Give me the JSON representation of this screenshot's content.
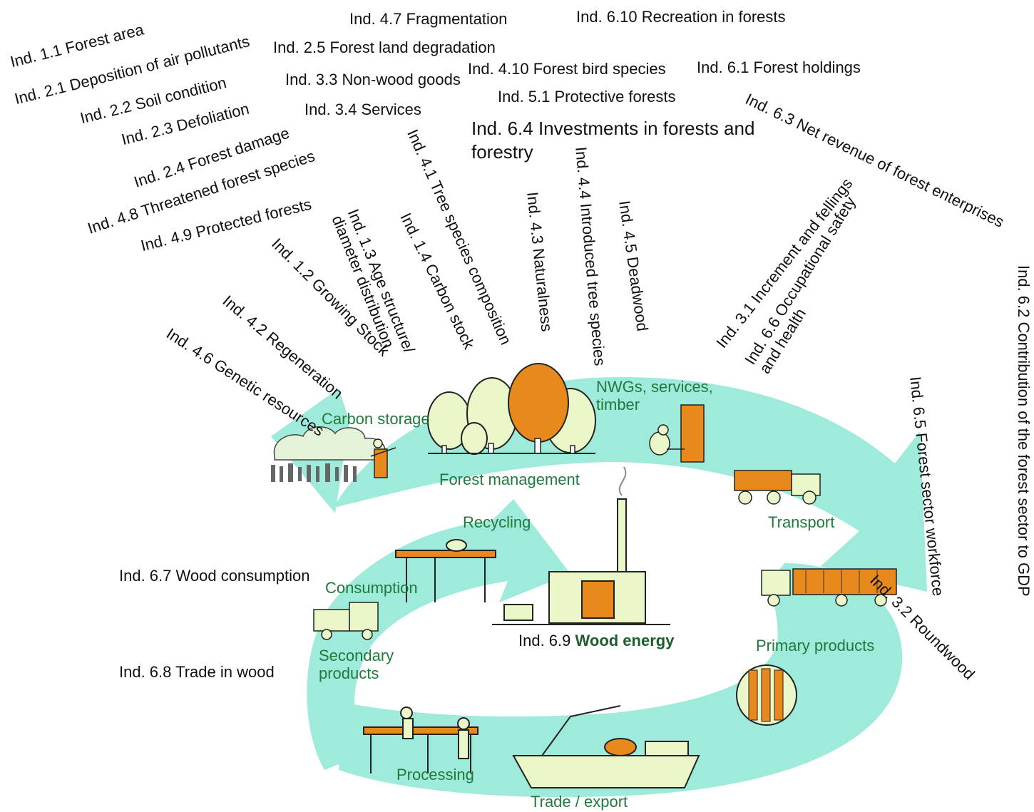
{
  "colors": {
    "cycle_fill": "#9eeadb",
    "outline": "#222222",
    "tree_fill": "#eaf7c8",
    "orange": "#e8891e",
    "stage_text": "#1f7a3c"
  },
  "indicators": {
    "i1_1": "Ind. 1.1 Forest area",
    "i2_1": "Ind. 2.1 Deposition of air pollutants",
    "i2_2": "Ind. 2.2 Soil condition",
    "i2_3": "Ind. 2.3 Defoliation",
    "i2_4": "Ind. 2.4 Forest damage",
    "i4_8": "Ind. 4.8 Threatened forest species",
    "i4_9": "Ind. 4.9 Protected forests",
    "i1_2": "Ind. 1.2 Growing Stock",
    "i4_2": "Ind. 4.2 Regeneration",
    "i4_6": "Ind. 4.6 Genetic resources",
    "i1_3_a": "Ind. 1.3 Age structure/",
    "i1_3_b": "diameter distribution",
    "i1_4": "Ind. 1.4 Carbon stock",
    "i4_1": "Ind. 4.1 Tree species composition",
    "i4_3": "Ind. 4.3 Naturalness",
    "i4_4": "Ind. 4.4 Introduced tree species",
    "i4_5": "Ind. 4.5 Deadwood",
    "i4_7": "Ind. 4.7 Fragmentation",
    "i2_5": "Ind. 2.5 Forest land degradation",
    "i3_3": "Ind. 3.3 Non-wood goods",
    "i3_4": "Ind. 3.4 Services",
    "i4_10": "Ind. 4.10 Forest bird species",
    "i5_1": "Ind. 5.1 Protective forests",
    "i6_4_a": "Ind. 6.4 Investments in forests and",
    "i6_4_b": "forestry",
    "i6_10": "Ind. 6.10 Recreation in forests",
    "i6_1": "Ind. 6.1 Forest holdings",
    "i6_3": "Ind. 6.3 Net revenue of forest enterprises",
    "i3_1": "Ind. 3.1 Increment and fellings",
    "i6_6_a": "Ind. 6.6 Occupational safety",
    "i6_6_b": "and health",
    "i6_2": "Ind. 6.2 Contribution of the forest sector to GDP",
    "i6_5": "Ind. 6.5 Forest sector workforce",
    "i3_2": "Ind. 3.2 Roundwood",
    "i6_7": "Ind. 6.7 Wood consumption",
    "i6_8": "Ind. 6.8 Trade in wood",
    "i6_9_prefix": "Ind. 6.9",
    "i6_9_bold": "Wood energy"
  },
  "stages": {
    "carbon_storage": "Carbon storage",
    "forest_management": "Forest management",
    "nwgs_a": "NWGs, services,",
    "nwgs_b": "timber",
    "transport": "Transport",
    "primary_products": "Primary products",
    "trade_export": "Trade / export",
    "processing": "Processing",
    "secondary_a": "Secondary",
    "secondary_b": "products",
    "consumption": "Consumption",
    "recycling": "Recycling"
  }
}
